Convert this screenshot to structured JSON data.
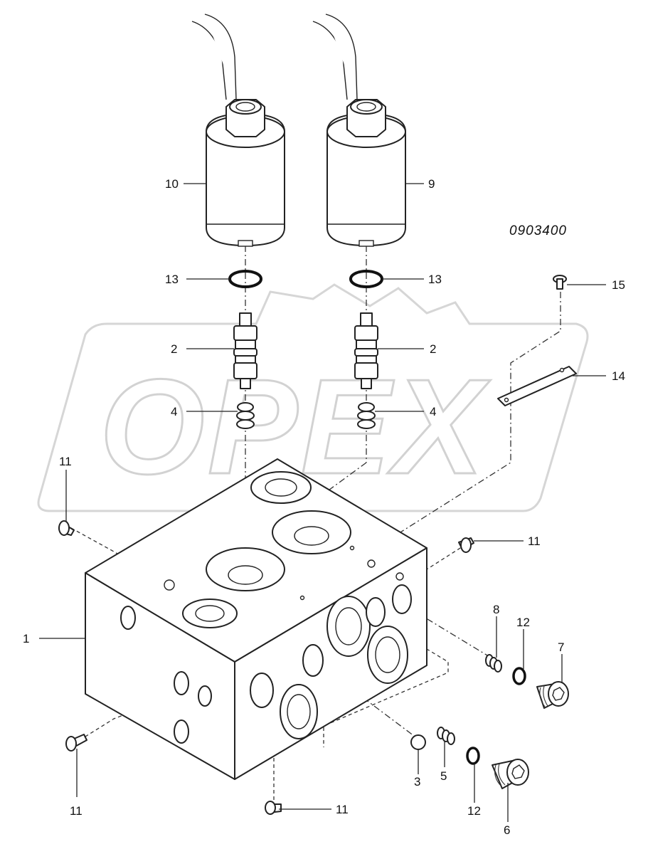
{
  "drawing_number": "0903400",
  "watermark": "OPEX",
  "callouts": {
    "c1": "1",
    "c2a": "2",
    "c2b": "2",
    "c3": "3",
    "c4a": "4",
    "c4b": "4",
    "c5": "5",
    "c6": "6",
    "c7": "7",
    "c8": "8",
    "c9": "9",
    "c10": "10",
    "c11a": "11",
    "c11b": "11",
    "c11c": "11",
    "c11d": "11",
    "c12a": "12",
    "c12b": "12",
    "c13a": "13",
    "c13b": "13",
    "c14": "14",
    "c15": "15"
  },
  "colors": {
    "line": "#222222",
    "watermark": "#d2d2d2",
    "background": "#ffffff"
  }
}
